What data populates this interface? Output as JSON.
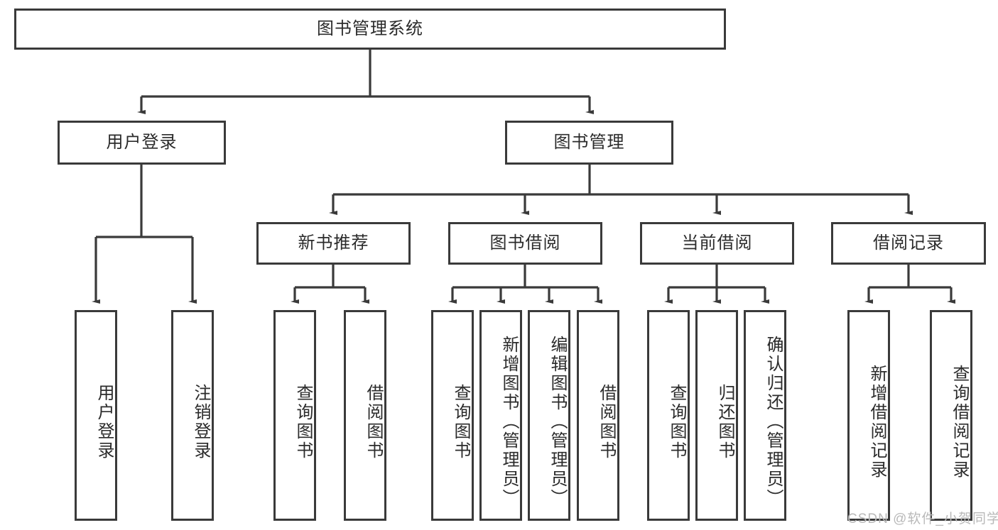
{
  "diagram": {
    "type": "tree-hierarchy-diagram",
    "title": "图书管理系统",
    "orientation": "top-down",
    "colors": {
      "box_border": "#3a3a3a",
      "box_fill": "#ffffff",
      "edge": "#3a3a3a",
      "text": "#2b2b2b",
      "watermark": "#b9b9b9",
      "background": "#ffffff"
    },
    "nodes": {
      "root": {
        "label": "图书管理系统",
        "level": 1
      },
      "level2": [
        {
          "id": "user-login",
          "label": "用户登录"
        },
        {
          "id": "book-management",
          "label": "图书管理"
        }
      ],
      "level3": [
        {
          "id": "new-book-recommend",
          "label": "新书推荐"
        },
        {
          "id": "book-borrow",
          "label": "图书借阅"
        },
        {
          "id": "current-borrow",
          "label": "当前借阅"
        },
        {
          "id": "borrow-record",
          "label": "借阅记录"
        }
      ],
      "leaves": {
        "user-login": [
          {
            "id": "leaf-user-login",
            "label": "用户登录"
          },
          {
            "id": "leaf-logout-login",
            "label": "注销登录"
          }
        ],
        "new-book-recommend": [
          {
            "id": "leaf-query-book-1",
            "label": "查询图书"
          },
          {
            "id": "leaf-borrow-book-1",
            "label": "借阅图书"
          }
        ],
        "book-borrow": [
          {
            "id": "leaf-query-book-2",
            "label": "查询图书"
          },
          {
            "id": "leaf-add-book",
            "label": "新增图书（管理员）"
          },
          {
            "id": "leaf-edit-book",
            "label": "编辑图书（管理员）"
          },
          {
            "id": "leaf-borrow-book-2",
            "label": "借阅图书"
          }
        ],
        "current-borrow": [
          {
            "id": "leaf-query-book-3",
            "label": "查询图书"
          },
          {
            "id": "leaf-return-book",
            "label": "归还图书"
          },
          {
            "id": "leaf-confirm-return",
            "label": "确认归还（管理员）"
          }
        ],
        "borrow-record": [
          {
            "id": "leaf-add-record",
            "label": "新增借阅记录"
          },
          {
            "id": "leaf-query-record",
            "label": "查询借阅记录"
          }
        ]
      }
    },
    "watermark": "CSDN @软件_小贺同学"
  }
}
